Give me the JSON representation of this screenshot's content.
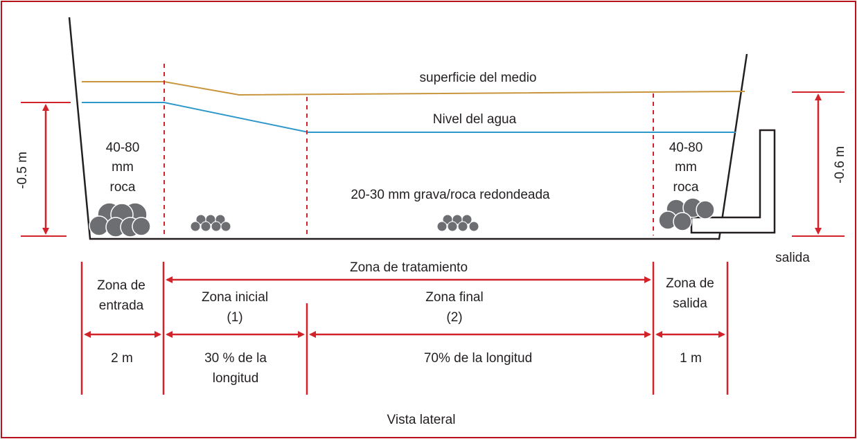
{
  "labels": {
    "surface": "superficie del medio",
    "water": "Nivel del agua",
    "inlet_rock": [
      "40-80",
      "mm",
      "roca"
    ],
    "outlet_rock": [
      "40-80",
      "mm",
      "roca"
    ],
    "gravel": "20-30 mm grava/roca redondeada",
    "outlet": "salida",
    "left_depth": "-0.5 m",
    "right_depth": "-0.6 m",
    "treatment_zone": "Zona de tratamiento",
    "inlet_zone": [
      "Zona de",
      "entrada"
    ],
    "outlet_zone": [
      "Zona de",
      "salida"
    ],
    "initial_zone": [
      "Zona inicial",
      "(1)"
    ],
    "final_zone": [
      "Zona final",
      "(2)"
    ],
    "inlet_len": "2 m",
    "initial_len": [
      "30 % de la",
      "longitud"
    ],
    "final_len": "70% de la longitud",
    "outlet_len": "1 m",
    "view": "Vista lateral"
  },
  "colors": {
    "frame": "#b5121b",
    "dim": "#d2232a",
    "surface": "#c8953c",
    "water": "#2d98c9",
    "rock": "#6d6e71",
    "outline": "#231f20"
  }
}
